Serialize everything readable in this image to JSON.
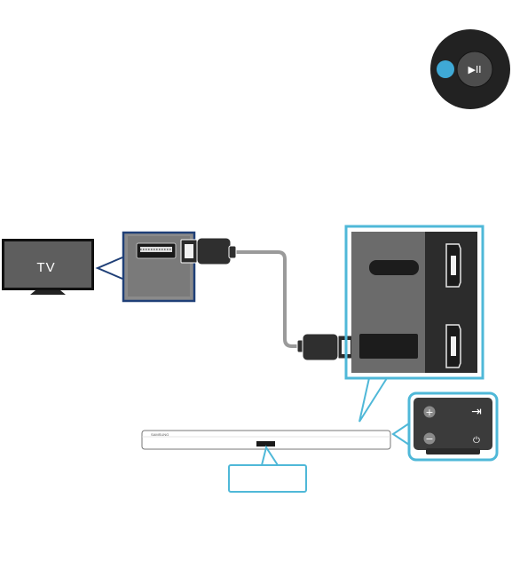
{
  "remote_button": {
    "icon": "play-pause-icon",
    "glyph": "▶II",
    "indicator_color": "#3fa9d6"
  },
  "tv": {
    "label": "TV"
  },
  "soundbar": {
    "brand": "SAMSUNG",
    "buttons": [
      {
        "icon": "volume-up-icon",
        "glyph": "+"
      },
      {
        "icon": "volume-down-icon",
        "glyph": "−"
      },
      {
        "icon": "source-input-icon",
        "glyph": "⇥"
      },
      {
        "icon": "power-icon",
        "glyph": "⏻"
      }
    ]
  },
  "colors": {
    "callout_cyan": "#4fb8d8",
    "tv_callout_navy": "#1f3f77",
    "panel_gray": "#6b6b6b",
    "dark_gray": "#4a4a4a",
    "cable_gray": "#9a9a9a"
  }
}
